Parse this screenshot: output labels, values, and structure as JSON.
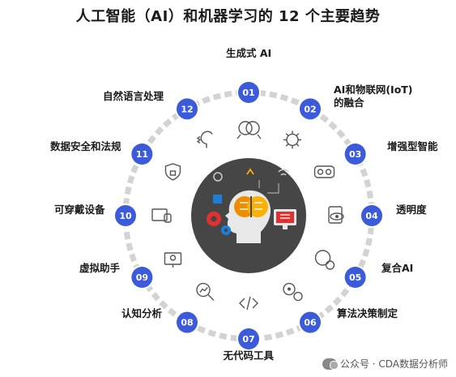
{
  "title": "人工智能（AI）和机器学习的 12 个主要趋势",
  "colors": {
    "node_fill": "#3b5bdb",
    "node_text": "#ffffff",
    "ring_dash": "#d3d3d3",
    "center_fill": "#464646",
    "accent_orange": "#f08c00",
    "accent_red": "#e03131",
    "accent_blue": "#1c7ed6",
    "accent_yellow": "#fab005"
  },
  "trends": [
    {
      "num": "01",
      "label": "生成式 AI",
      "icon": "brain-circuit-icon"
    },
    {
      "num": "02",
      "label": "AI和物联网(IoT)\n的融合",
      "icon": "virus-network-icon"
    },
    {
      "num": "03",
      "label": "增强型智能",
      "icon": "vr-headset-icon"
    },
    {
      "num": "04",
      "label": "透明度",
      "icon": "eye-document-icon"
    },
    {
      "num": "05",
      "label": "复合AI",
      "icon": "brain-gear-icon"
    },
    {
      "num": "06",
      "label": "算法决策制定",
      "icon": "gears-icon"
    },
    {
      "num": "07",
      "label": "无代码工具",
      "icon": "code-tag-icon"
    },
    {
      "num": "08",
      "label": "认知分析",
      "icon": "magnifier-chart-icon"
    },
    {
      "num": "09",
      "label": "虚拟助手",
      "icon": "assistant-monitor-icon"
    },
    {
      "num": "10",
      "label": "可穿戴设备",
      "icon": "wearable-device-icon"
    },
    {
      "num": "11",
      "label": "数据安全和法规",
      "icon": "shield-lock-icon"
    },
    {
      "num": "12",
      "label": "自然语言处理",
      "icon": "speaking-head-icon"
    }
  ],
  "watermark": "公众号 · CDA数据分析师"
}
